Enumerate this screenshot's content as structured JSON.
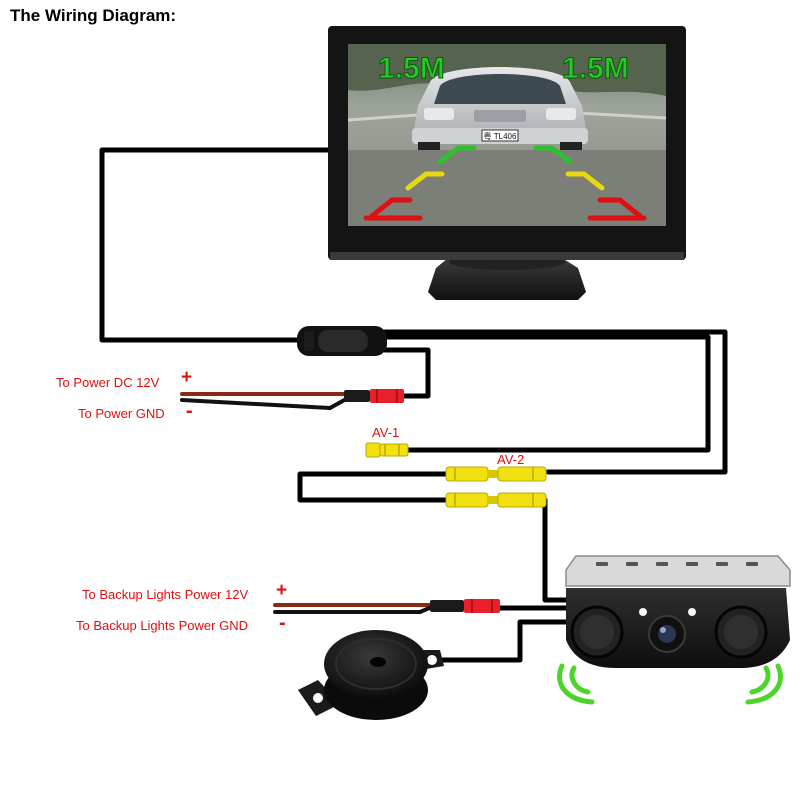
{
  "diagram": {
    "title": "The Wiring Diagram:",
    "monitor": {
      "distance_left": "1.5M",
      "distance_right": "1.5M",
      "plate_text": "粤 TL406"
    },
    "labels": {
      "power_dc": "To Power DC 12V",
      "power_gnd": "To Power GND",
      "av1": "AV-1",
      "av2": "AV-2",
      "backup_power": "To Backup Lights Power 12V",
      "backup_gnd": "To Backup Lights Power GND"
    },
    "signs": {
      "plus": "+",
      "minus": "-"
    },
    "colors": {
      "label_red": "#e01010",
      "distance_green": "#27c827",
      "rca_yellow": "#f2e010",
      "red_connector": "#e8202a",
      "positive_wire": "#8b2a12",
      "guide_red": "#e01010",
      "guide_yellow": "#e8d810",
      "guide_green": "#30c030",
      "sensor_wave": "#4cd428"
    }
  }
}
